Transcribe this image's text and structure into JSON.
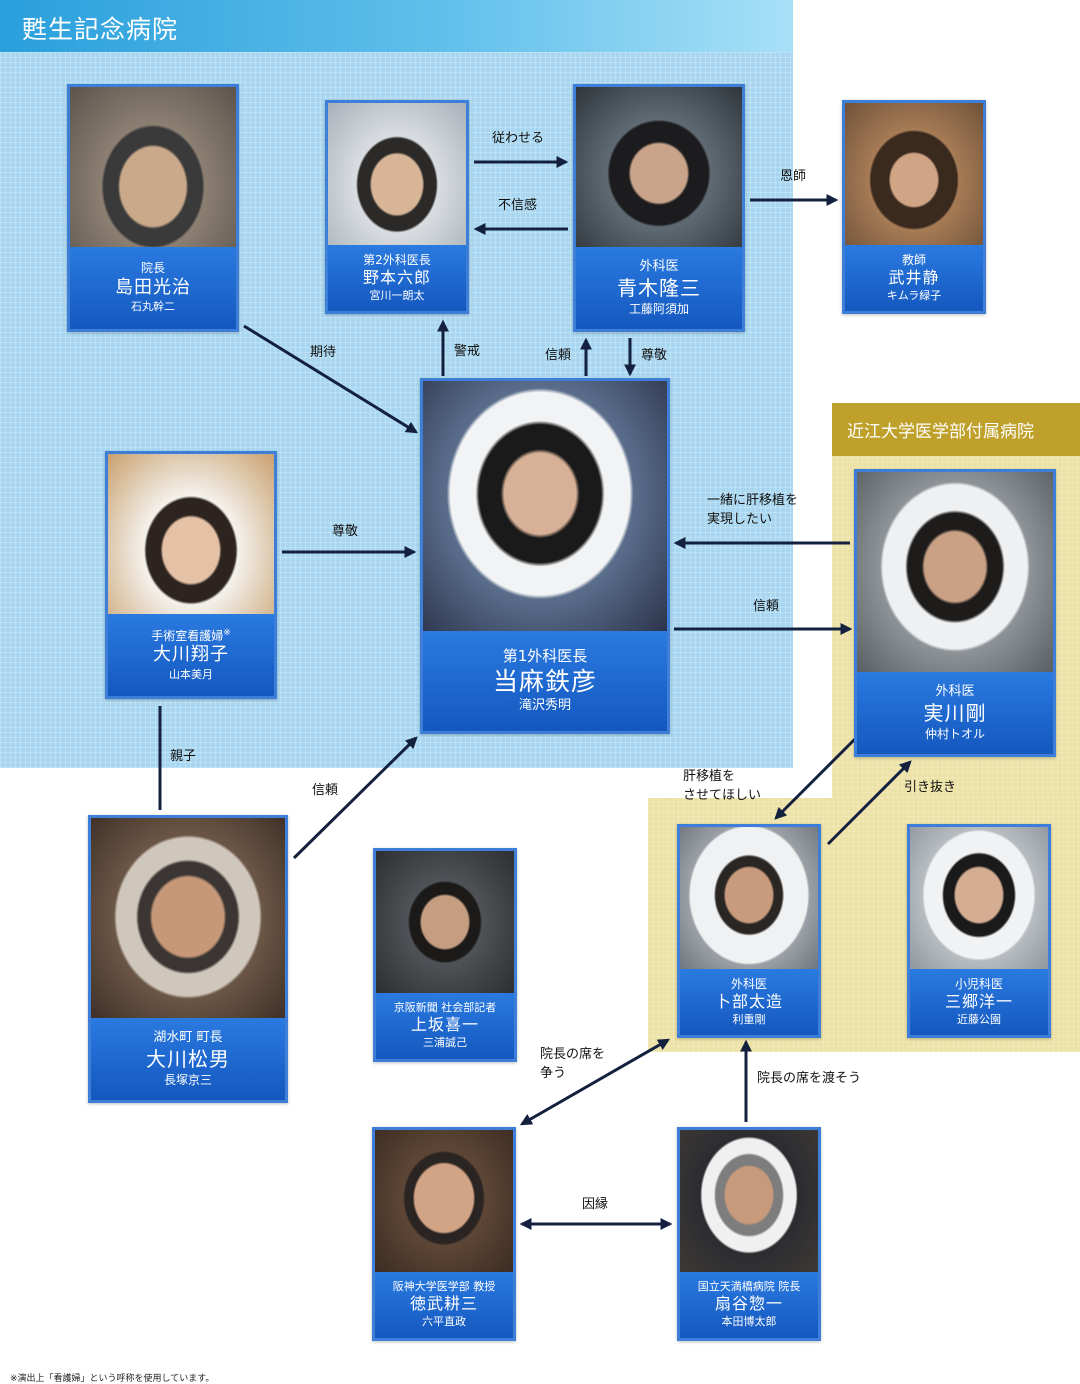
{
  "hospitals": {
    "a": {
      "title": "甦生記念病院",
      "color": "#2a9fdc"
    },
    "b": {
      "title": "近江大学医学部付属病院",
      "color": "#bfa02a"
    }
  },
  "people": {
    "shimada": {
      "role": "院長",
      "name": "島田光治",
      "actor": "石丸幹二"
    },
    "nomoto": {
      "role": "第2外科医長",
      "name": "野本六郎",
      "actor": "宮川一朗太"
    },
    "aoki": {
      "role": "外科医",
      "name": "青木隆三",
      "actor": "工藤阿須加"
    },
    "takei": {
      "role": "教師",
      "name": "武井静",
      "actor": "キムラ緑子"
    },
    "okawa_shoko": {
      "role": "手術室看護婦",
      "role_mark": "※",
      "name": "大川翔子",
      "actor": "山本美月"
    },
    "toma": {
      "role": "第1外科医長",
      "name": "当麻鉄彦",
      "actor": "滝沢秀明"
    },
    "jitsukawa": {
      "role": "外科医",
      "name": "実川剛",
      "actor": "仲村トオル"
    },
    "okawa_matsuo": {
      "role": "湖水町 町長",
      "name": "大川松男",
      "actor": "長塚京三"
    },
    "uesaka": {
      "role": "京阪新聞 社会部記者",
      "name": "上坂喜一",
      "actor": "三浦誠己"
    },
    "urabe": {
      "role": "外科医",
      "name": "卜部太造",
      "actor": "利重剛"
    },
    "satomi": {
      "role": "小児科医",
      "name": "三郷洋一",
      "actor": "近藤公園"
    },
    "tokutake": {
      "role": "阪神大学医学部 教授",
      "name": "徳武耕三",
      "actor": "六平直政"
    },
    "ougiya": {
      "role": "国立天満橋病院 院長",
      "name": "扇谷惣一",
      "actor": "本田博太郎"
    }
  },
  "relations": {
    "shitagawaseru": "従わせる",
    "fushinkan": "不信感",
    "onshi": "恩師",
    "kitai": "期待",
    "keikai": "警戒",
    "shinrai_up": "信頼",
    "sonkei_down": "尊敬",
    "sonkei_left": "尊敬",
    "issho": [
      "一緒に肝移植を",
      "実現したい"
    ],
    "shinrai_right": "信頼",
    "oyako": "親子",
    "shinrai_matsuo": "信頼",
    "kan_ishoku": [
      "肝移植を",
      "させてほしい"
    ],
    "hikinuki": "引き抜き",
    "arasou": [
      "院長の席を",
      "争う"
    ],
    "watasou": "院長の席を渡そう",
    "innen": "因縁"
  },
  "footnote": "※演出上「看護婦」という呼称を使用しています。",
  "colors": {
    "arrow": "#13213f",
    "nameplate": "#1b64c8",
    "card_border": "#3d7fd8"
  }
}
